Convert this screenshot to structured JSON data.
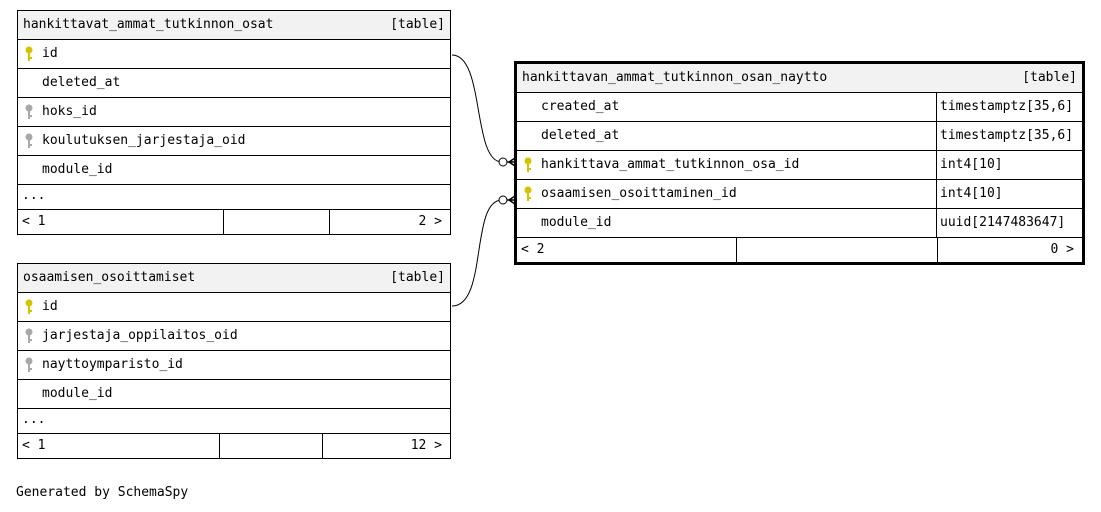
{
  "tables": {
    "t1": {
      "name": "hankittavat_ammat_tutkinnon_osat",
      "kind": "[table]",
      "columns": [
        {
          "name": "id",
          "key": "primary"
        },
        {
          "name": "deleted_at",
          "key": "none"
        },
        {
          "name": "hoks_id",
          "key": "foreign"
        },
        {
          "name": "koulutuksen_jarjestaja_oid",
          "key": "foreign"
        },
        {
          "name": "module_id",
          "key": "none"
        }
      ],
      "more": "...",
      "footer_left": "< 1",
      "footer_right": "2 >"
    },
    "t2": {
      "name": "osaamisen_osoittamiset",
      "kind": "[table]",
      "columns": [
        {
          "name": "id",
          "key": "primary"
        },
        {
          "name": "jarjestaja_oppilaitos_oid",
          "key": "foreign"
        },
        {
          "name": "nayttoymparisto_id",
          "key": "foreign"
        },
        {
          "name": "module_id",
          "key": "none"
        }
      ],
      "more": "...",
      "footer_left": "< 1",
      "footer_right": "12 >"
    },
    "t3": {
      "name": "hankittavan_ammat_tutkinnon_osan_naytto",
      "kind": "[table]",
      "columns": [
        {
          "name": "created_at",
          "type": "timestamptz[35,6]",
          "key": "none"
        },
        {
          "name": "deleted_at",
          "type": "timestamptz[35,6]",
          "key": "none"
        },
        {
          "name": "hankittava_ammat_tutkinnon_osa_id",
          "type": "int4[10]",
          "key": "primary"
        },
        {
          "name": "osaamisen_osoittaminen_id",
          "type": "int4[10]",
          "key": "primary"
        },
        {
          "name": "module_id",
          "type": "uuid[2147483647]",
          "key": "none"
        }
      ],
      "footer_left": "< 2",
      "footer_right": "0 >"
    }
  },
  "colors": {
    "primary_key": "#d4c400",
    "foreign_key": "#a8a8a8",
    "header_bg": "#f2f2f2"
  },
  "credit": "Generated by SchemaSpy"
}
